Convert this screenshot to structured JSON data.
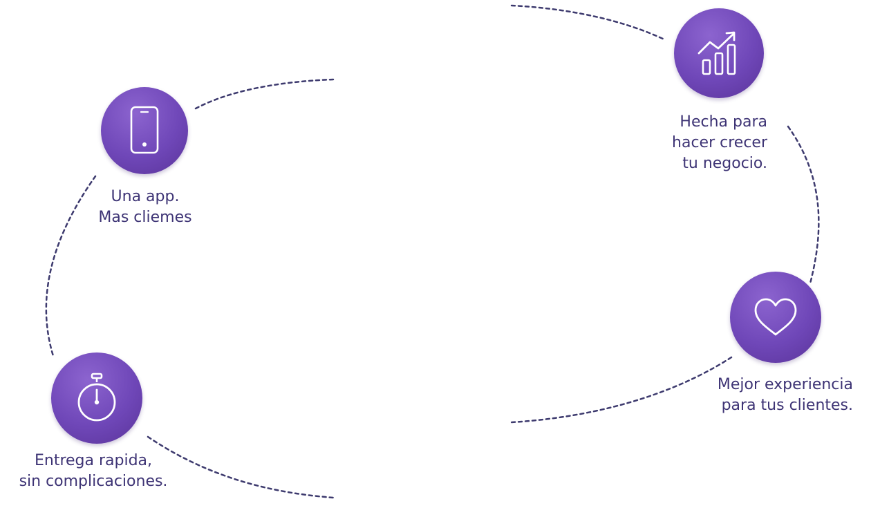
{
  "colors": {
    "circle": "#6f47b8",
    "icon": "#ffffff",
    "text": "#3e3475",
    "dash": "#3d3a6e"
  },
  "nodes": [
    {
      "icon": "smartphone-icon",
      "lines": [
        "Una app.",
        "Mas cliemes"
      ]
    },
    {
      "icon": "growth-chart-icon",
      "lines": [
        "Hecha para",
        "hacer crecer",
        "tu negocio."
      ]
    },
    {
      "icon": "heart-icon",
      "lines": [
        "Mejor experiencia",
        "para tus clientes."
      ]
    },
    {
      "icon": "stopwatch-icon",
      "lines": [
        "Entrega rapida,",
        "sin complicaciones."
      ]
    }
  ]
}
